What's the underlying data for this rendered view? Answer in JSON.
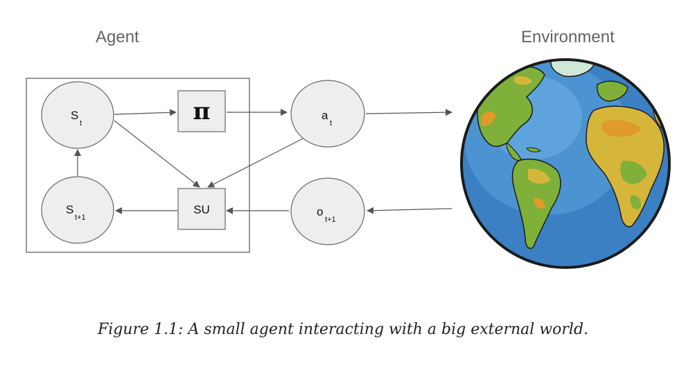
{
  "headings": {
    "agent": "Agent",
    "environment": "Environment"
  },
  "nodes": {
    "state": {
      "main": "S",
      "sub": "t"
    },
    "next_state": {
      "main": "S",
      "sub": "t+1"
    },
    "action": {
      "main": "a",
      "sub": "t"
    },
    "observation": {
      "main": "o",
      "sub": "t+1"
    },
    "policy": {
      "label": "π"
    },
    "state_update": {
      "label": "SU"
    }
  },
  "caption": "Figure 1.1: A small agent interacting with a big external world.",
  "colors": {
    "node_fill": "#eeeeee",
    "node_stroke": "#666666",
    "arrow": "#555555",
    "heading_text": "#5f6368",
    "ocean": "#3a80c3",
    "ocean_light": "#5ba3dd",
    "land_green": "#7fb03a",
    "land_yellow": "#d6b63a",
    "land_orange": "#e09a2a",
    "ice": "#cfe8d8"
  },
  "icons": {
    "environment": "earth-globe-icon"
  }
}
